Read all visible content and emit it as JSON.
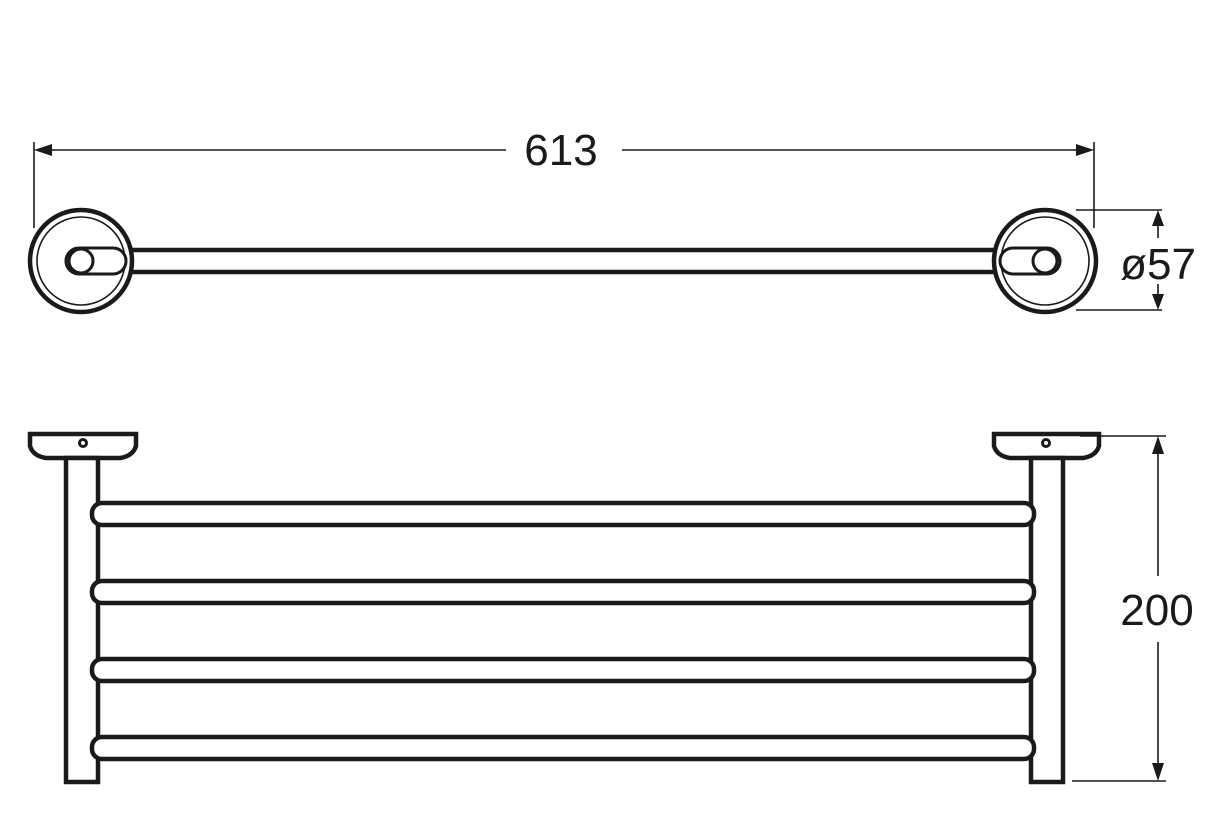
{
  "drawing": {
    "dimensions": {
      "overall_length": "613",
      "rosette_diameter": "ø57",
      "height": "200"
    },
    "line_color": "#1a1a1a",
    "background": "#ffffff"
  }
}
